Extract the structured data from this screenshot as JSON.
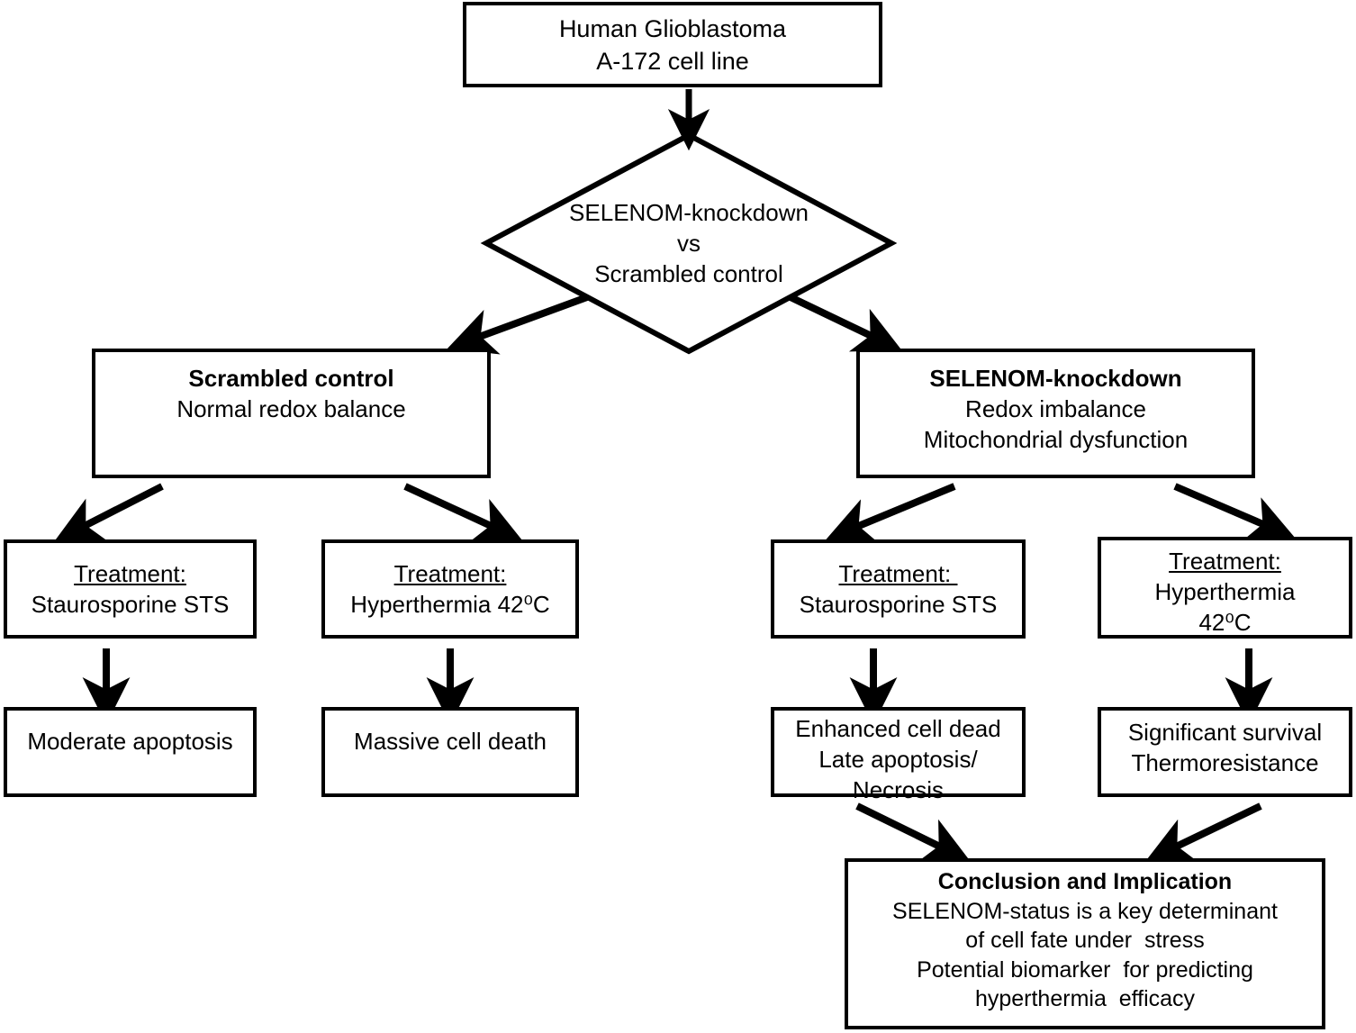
{
  "diagram": {
    "title": "SELENOM knockdown experimental workflow flowchart",
    "stroke_color": "#000000",
    "background_color": "#ffffff",
    "source": {
      "lines": [
        "Human Glioblastoma",
        "A-172 cell line"
      ]
    },
    "decision": {
      "lines": [
        "SELENOM-knockdown",
        "vs",
        "Scrambled control"
      ]
    },
    "branch_left": {
      "heading": "Scrambled control",
      "lines": [
        "Normal redox balance"
      ]
    },
    "branch_right": {
      "heading": "SELENOM-knockdown",
      "lines": [
        "Redox imbalance",
        "Mitochondrial dysfunction"
      ]
    },
    "treatments": [
      {
        "label": "Treatment:",
        "lines": [
          "Staurosporine STS"
        ]
      },
      {
        "label": "Treatment:",
        "lines": [
          "Hyperthermia 42⁰C"
        ]
      },
      {
        "label": "Treatment: ",
        "lines": [
          "Staurosporine STS"
        ]
      },
      {
        "label": "Treatment:",
        "lines": [
          "Hyperthermia",
          "42⁰C"
        ]
      }
    ],
    "outcomes": [
      {
        "lines": [
          "Moderate apoptosis"
        ]
      },
      {
        "lines": [
          "Massive cell death"
        ]
      },
      {
        "lines": [
          "Enhanced cell dead",
          "Late apoptosis/",
          "Necrosis"
        ]
      },
      {
        "lines": [
          "Significant survival",
          "Thermoresistance"
        ]
      }
    ],
    "conclusion": {
      "heading": "Conclusion and Implication",
      "lines": [
        "SELENOM-status is a key determinant",
        "of cell fate under  stress",
        "Potential biomarker  for predicting",
        "hyperthermia  efficacy"
      ]
    }
  }
}
